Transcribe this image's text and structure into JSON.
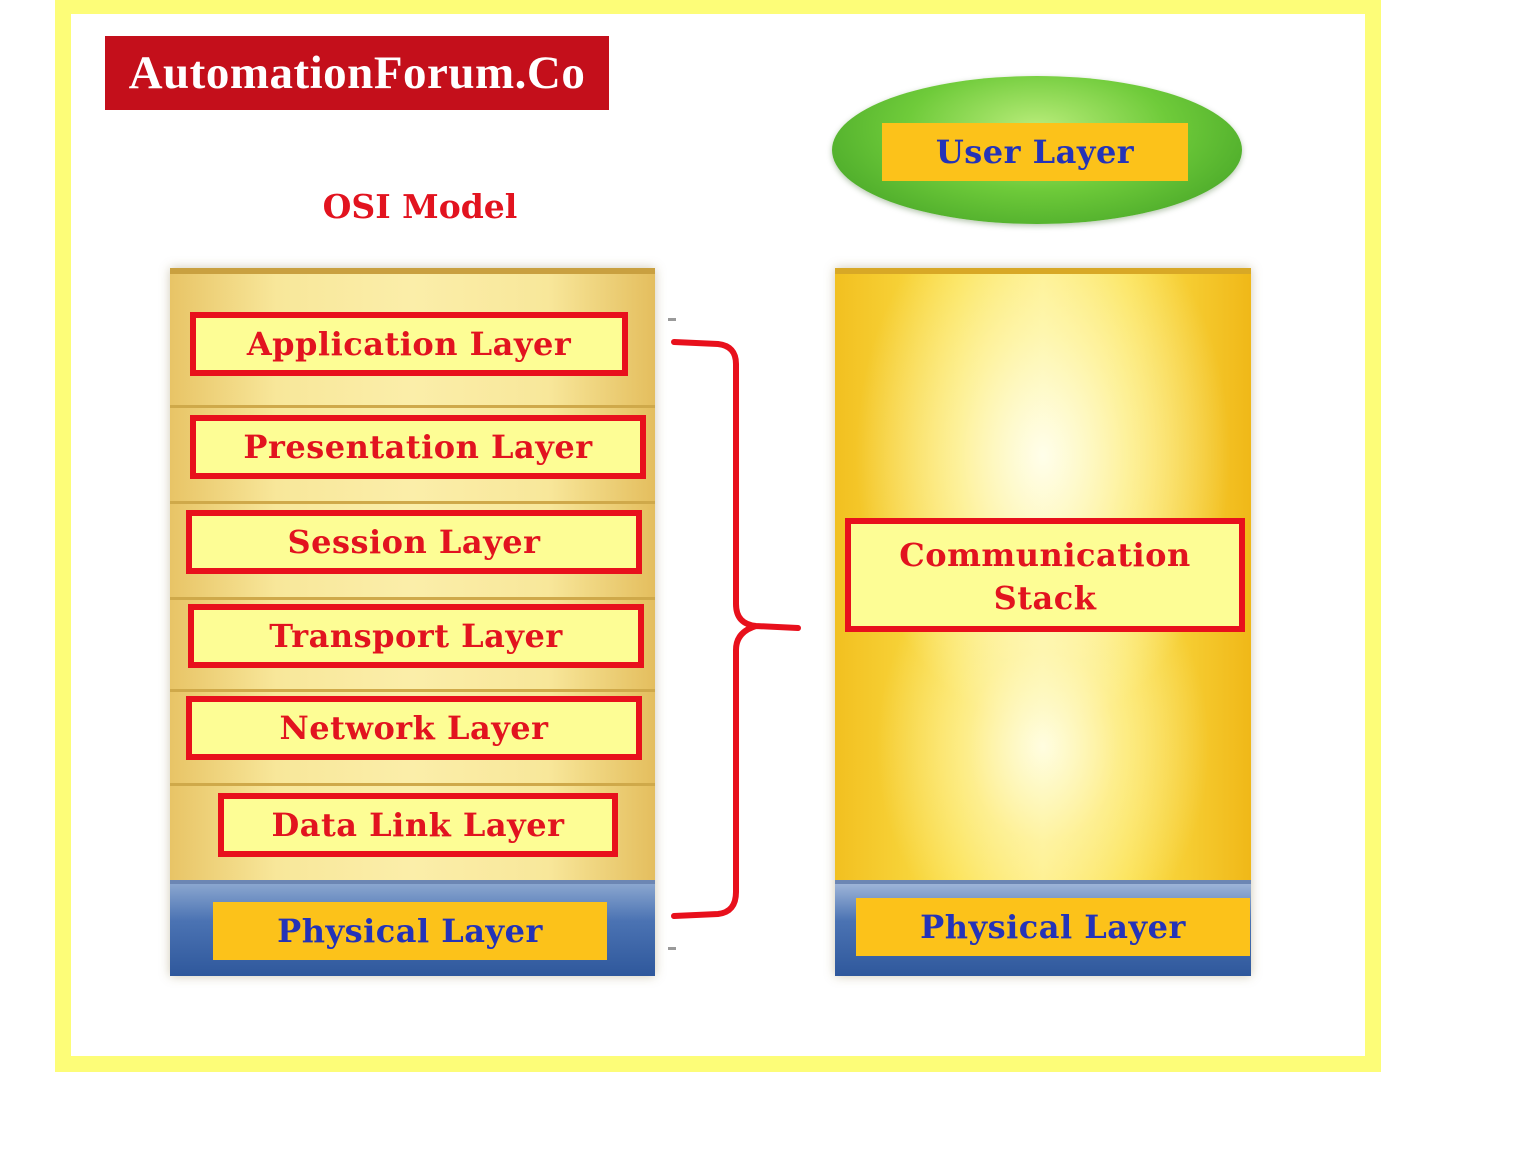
{
  "brand": {
    "logo_text": "AutomationForum.Co"
  },
  "osi": {
    "title": "OSI Model",
    "layers": [
      "Application Layer",
      "Presentation Layer",
      "Session Layer",
      "Transport Layer",
      "Network Layer",
      "Data Link Layer"
    ],
    "physical": "Physical Layer"
  },
  "device": {
    "user_layer": "User Layer",
    "communication_stack": [
      "Communication",
      "Stack"
    ],
    "physical": "Physical Layer"
  },
  "colors": {
    "frame": "#fdfd78",
    "logo_bg": "#c40f1b",
    "box_border": "#e8101c",
    "box_text": "#e2131f",
    "box_fill": "#fdfd95",
    "label_fill": "#fcc21a",
    "label_text": "#2433b8",
    "physical_band": "#3a63a8",
    "ellipse": "#6fcb3a"
  }
}
